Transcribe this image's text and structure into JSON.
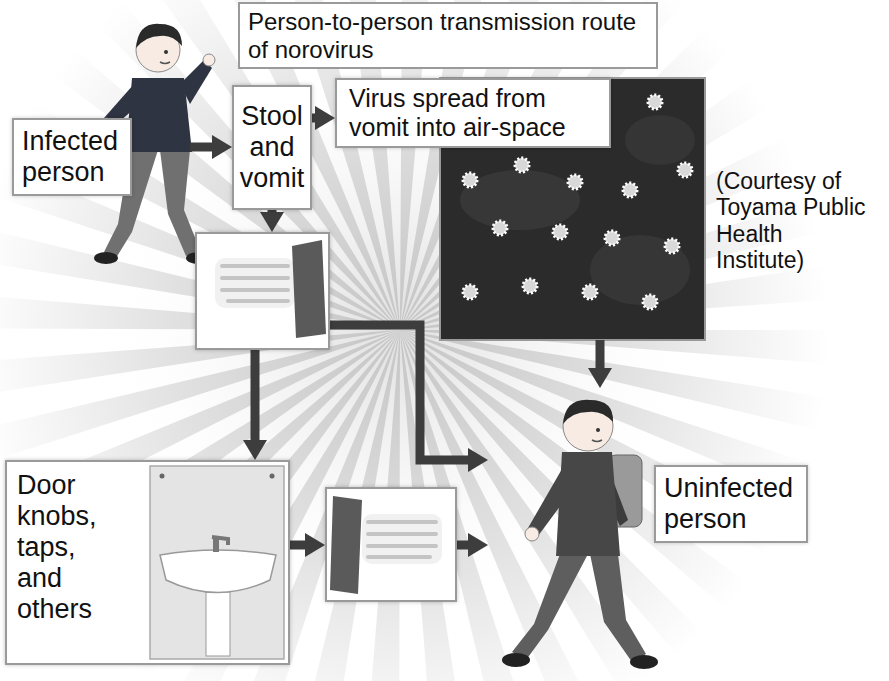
{
  "diagram": {
    "title": "Person-to-person transmission route of norovirus",
    "nodes": [
      {
        "text": [
          "Infected person"
        ]
      },
      {
        "text": [
          "Stool and vomit"
        ]
      },
      {
        "text": [
          "Virus spread from vomit into air-space"
        ]
      },
      {
        "text": []
      },
      {
        "text": [
          "Door knobs, taps, and others"
        ]
      },
      {
        "text": []
      },
      {
        "text": [
          "Uninfected person"
        ]
      }
    ],
    "edges": [
      {
        "from": 0,
        "to": 1,
        "arrow": "to"
      },
      {
        "from": 1,
        "to": 2,
        "arrow": "to"
      },
      {
        "from": 1,
        "to": 3,
        "arrow": "to"
      },
      {
        "from": 2,
        "to": 6,
        "arrow": "to"
      },
      {
        "from": 3,
        "to": 6,
        "arrow": "to"
      },
      {
        "from": 3,
        "to": 4,
        "arrow": "to"
      },
      {
        "from": 4,
        "to": 5,
        "arrow": "to"
      },
      {
        "from": 5,
        "to": 6,
        "arrow": "to"
      }
    ],
    "labels": [
      "(Courtesy of Toyama Public Health Institute)"
    ]
  }
}
